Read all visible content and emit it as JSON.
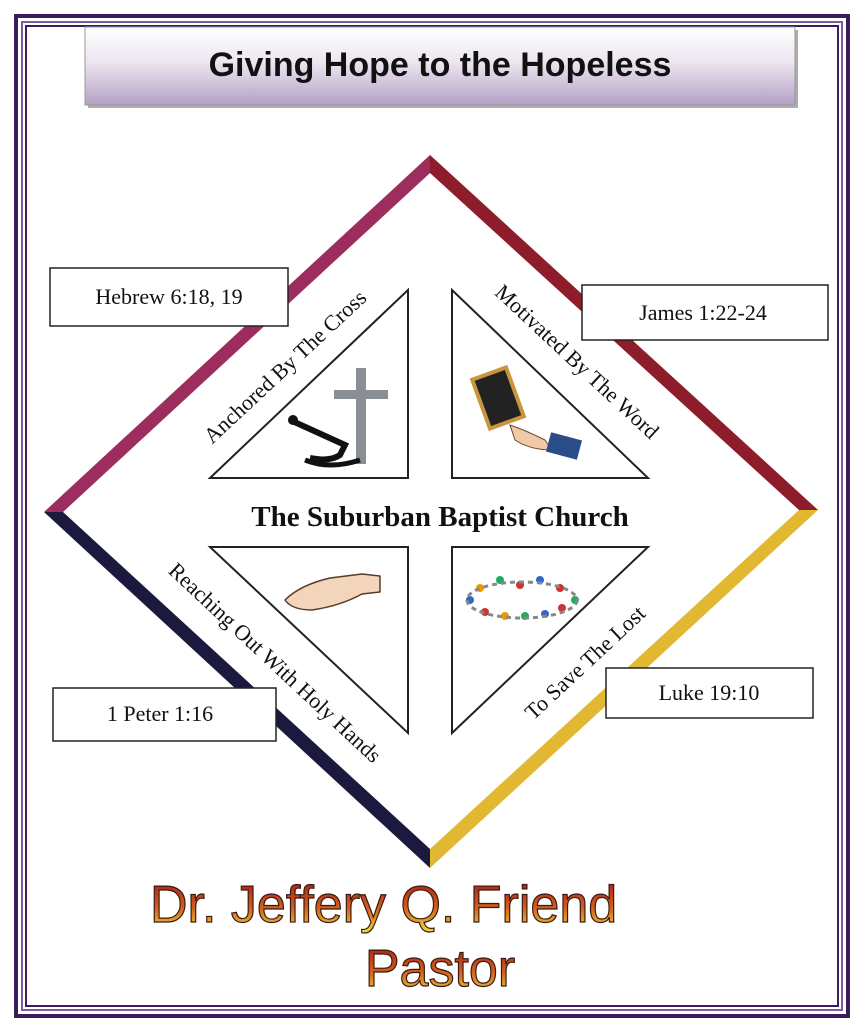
{
  "banner": {
    "title": "Giving Hope to the Hopeless"
  },
  "church_name": "The Suburban Baptist Church",
  "quadrants": [
    {
      "motto": "Anchored By The Cross",
      "scripture": "Hebrew 6:18, 19",
      "icon": "anchor-cross-icon"
    },
    {
      "motto": "Motivated By The Word",
      "scripture": "James 1:22-24",
      "icon": "bible-in-hand-icon"
    },
    {
      "motto": "Reaching Out With Holy Hands",
      "scripture": "1 Peter 1:16",
      "icon": "open-hand-icon"
    },
    {
      "motto": "To Save The Lost",
      "scripture": "Luke 19:10",
      "icon": "people-circle-icon"
    }
  ],
  "pastor": {
    "name": "Dr. Jeffery Q. Friend",
    "title": "Pastor"
  },
  "colors": {
    "frame": "#3a1d5e",
    "edge_top_left": "#9c2d5e",
    "edge_top_right": "#8e1d2b",
    "edge_bottom_right": "#e2b832",
    "edge_bottom_left": "#1b1a3e",
    "banner_gradient_end": "#b3a0c4"
  }
}
